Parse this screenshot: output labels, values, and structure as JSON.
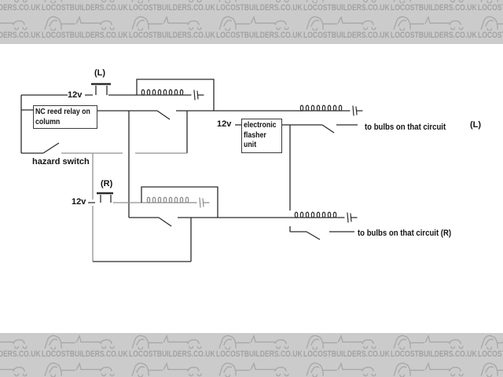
{
  "watermark": {
    "text": "LOCOSTBUILDERS.CO.UK"
  },
  "diagram": {
    "labels": {
      "l_stalk": "(L)",
      "r_stalk": "(R)",
      "v12_top": "12v",
      "v12_right": "12v",
      "v12_flasher": "12v",
      "hazard": "hazard switch",
      "bulbs_l": "to bulbs on that circuit",
      "bulbs_l_tag": "(L)",
      "bulbs_r": "to bulbs on that circuit (R)"
    },
    "reed_box": {
      "line1": "NC reed relay on",
      "line2": "column"
    },
    "flasher_box": {
      "line1": "electronic",
      "line2": "flasher",
      "line3": "unit"
    },
    "colors": {
      "wire": "#2b2b2b",
      "wire_gray": "#929292",
      "banner_bg": "#cbcbcb",
      "banner_text": "#a2a2a2",
      "background": "#ffffff"
    }
  }
}
